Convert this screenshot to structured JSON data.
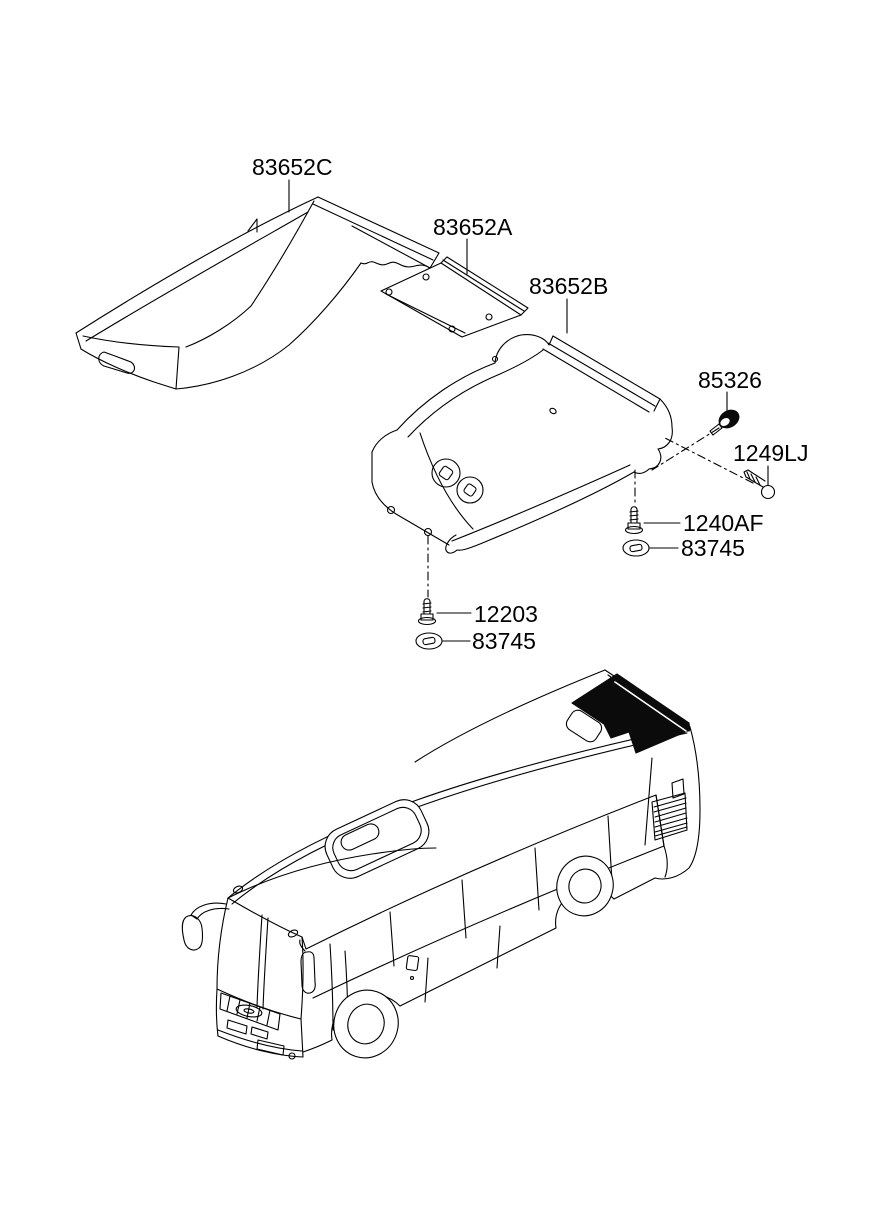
{
  "diagram": {
    "background_color": "#ffffff",
    "line_color": "#000000",
    "highlight_fill": "#0b0b0b",
    "callouts": {
      "panel_c": "83652C",
      "panel_a": "83652A",
      "panel_b": "83652B",
      "clip": "85326",
      "tapping_screw": "1249LJ",
      "bolt_upper": "1240AF",
      "washer_upper": "83745",
      "bolt_lower": "12203",
      "washer_lower": "83745"
    }
  }
}
